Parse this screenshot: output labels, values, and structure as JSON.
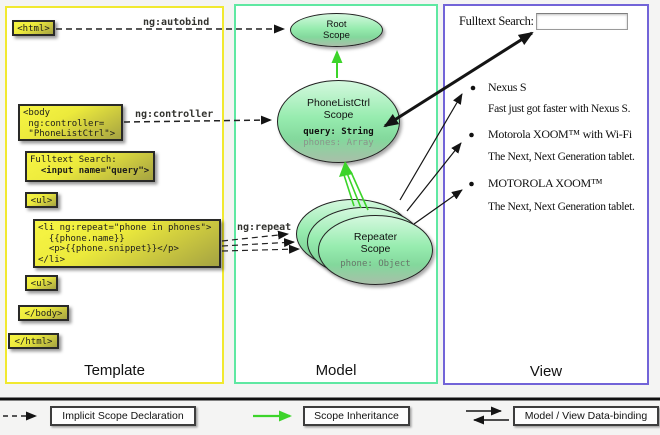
{
  "columns": {
    "template": "Template",
    "model": "Model",
    "view": "View"
  },
  "template_code": {
    "html_open": "<html>",
    "body_open": "<body\n ng:controller=\n \"PhoneListCtrl\">",
    "fulltext_label": "Fulltext Search:",
    "fulltext_input": "  <input name=\"query\">",
    "ul_open": "<ul>",
    "li_repeat": "<li ng:repeat=\"phone in phones\">\n  {{phone.name}}\n  <p>{{phone.snippet}}</p>\n</li>",
    "ul_close": "<ul>",
    "body_close": "</body>",
    "html_close": "</html>"
  },
  "directive_labels": {
    "autobind": "ng:autobind",
    "controller": "ng:controller",
    "repeat": "ng:repeat"
  },
  "model_scopes": {
    "root": "Root\nScope",
    "phonelist_title": "PhoneListCtrl\nScope",
    "phonelist_query": "query: String",
    "phonelist_phones": "phones: Array",
    "repeater_title": "Repeater\nScope",
    "repeater_phone": "phone: Object"
  },
  "view": {
    "search_label": "Fulltext Search:",
    "search_value": "",
    "items": [
      {
        "title": "Nexus S",
        "desc": "Fast just got faster with Nexus S."
      },
      {
        "title": "Motorola XOOM™ with Wi-Fi",
        "desc": "The Next, Next Generation tablet."
      },
      {
        "title": "MOTOROLA XOOM™",
        "desc": "The Next, Next Generation tablet."
      }
    ]
  },
  "legend": {
    "implicit_scope": "Implicit Scope Declaration",
    "scope_inheritance": "Scope Inheritance",
    "data_binding": "Model / View Data-binding"
  },
  "colors": {
    "template_border": "#f1e92f",
    "model_border": "#5fe8a2",
    "view_border": "#7264d8",
    "code_box_top": "#f7f544",
    "code_box_bottom": "#a5a342",
    "scope_fill_top": "#d4f8de",
    "scope_fill_bottom": "#a9bfa9",
    "inheritance_green": "#3cd42a",
    "arrow_black": "#141414"
  }
}
